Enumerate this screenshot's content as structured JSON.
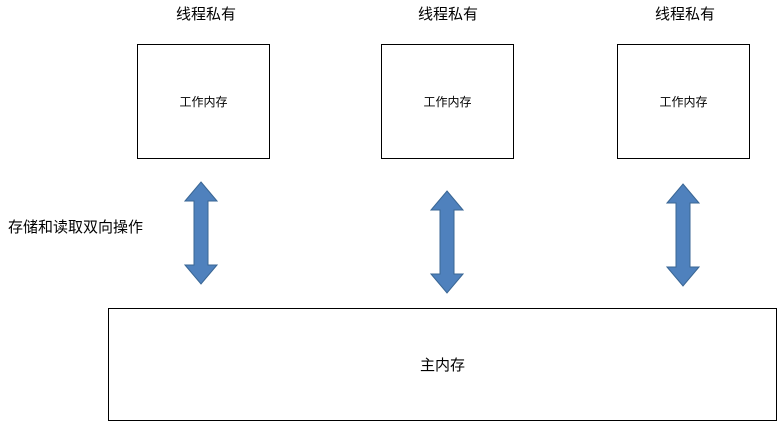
{
  "threads": [
    {
      "label": "线程私有",
      "work_memory": "工作内存"
    },
    {
      "label": "线程私有",
      "work_memory": "工作内存"
    },
    {
      "label": "线程私有",
      "work_memory": "工作内存"
    }
  ],
  "operation_label": "存储和读取双向操作",
  "main_memory": "主内存",
  "colors": {
    "arrow_fill": "#4f81bd",
    "arrow_stroke": "#3a6694",
    "box_border": "#000000"
  },
  "icons": {
    "arrow": "double-headed-vertical-arrow"
  }
}
